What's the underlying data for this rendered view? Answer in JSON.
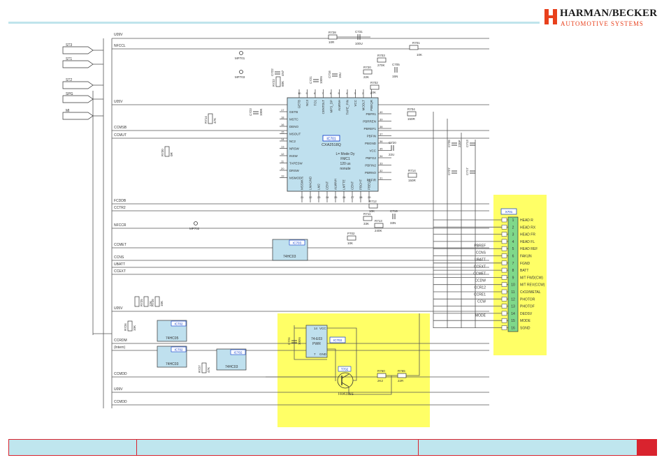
{
  "brand": {
    "name": "HARMAN/BECKER",
    "subtitle": "AUTOMOTIVE SYSTEMS"
  },
  "colors": {
    "accent": "#e8401c",
    "highlight": "#ffff66",
    "chip": "#bfe0ee",
    "connector": "#7fd88a",
    "footer_border": "#d9232e"
  },
  "ic_main": {
    "ref": "IC701",
    "part": "CXA2518Q",
    "note1": "L= Mode Dy",
    "note2": "FMC1",
    "note3": "120 us",
    "note4": "nonute"
  },
  "inverters": {
    "u1": "IC703",
    "u2": "IC702",
    "u3": "IC702",
    "u4": "IC702",
    "part": "74HC03",
    "part2": "74HC05"
  },
  "regulator": {
    "ref": "IC703",
    "part": "74-E03",
    "sub": "PWR",
    "vcc": "VCC",
    "gnd": "GND",
    "pin14": "14",
    "pin7": "7"
  },
  "transistor": {
    "ref": "T702",
    "part": "FRA105S"
  },
  "connector": {
    "ref": "X701",
    "pins": [
      "HEAD R",
      "HEAD RX",
      "HEAD FR",
      "HEAD FL",
      "HEAD REF",
      "FAKUN",
      "FGND",
      "BATT",
      "M/T FWD(CW)",
      "M/T REV(CCW)",
      "CrO2/METAL",
      "PHOTOR",
      "PHOTOF",
      "DEDSV",
      "MODE",
      "SGND"
    ],
    "nums": [
      "1",
      "2",
      "3",
      "4",
      "5",
      "6",
      "7",
      "8",
      "9",
      "10",
      "11",
      "12",
      "13",
      "14",
      "15",
      "16"
    ]
  },
  "left_nets": [
    "ST3",
    "ST1",
    "ST2",
    "SPG",
    "MI"
  ],
  "nets": [
    "U09V",
    "NFCCL",
    "U05V",
    "CCMSB",
    "CCMUT",
    "FCDDB",
    "CCTR2",
    "NFCCR",
    "CCMET",
    "CCNS",
    "UBATT",
    "CCEXT",
    "U05V",
    "CCRDM",
    "(Intern)",
    "CCMDD",
    "U09V",
    "CCMDD"
  ],
  "right_nets": [
    "PBREF",
    "CCNS",
    "UBATT",
    "CCEXT",
    "CCMET",
    "CCDW",
    "CCR12",
    "CCRE1",
    "CCW",
    "MODE"
  ],
  "parts": {
    "r728": "R728",
    "r728v": "10R",
    "c731": "C731",
    "c731v": "100U",
    "r703": "R703",
    "r703v": "270K",
    "c705": "C705",
    "c705v": "15N",
    "r702": "R702",
    "r702v": "10K",
    "r701": "R701",
    "r701v": "10K",
    "r720": "R720",
    "r720v": "22K",
    "c722": "C722",
    "c722v": "4N7",
    "r722": "R722",
    "r722v": "68K",
    "c723": "C723",
    "c723v": "100K",
    "r714": "R714",
    "r714v": "47K",
    "r730": "R730",
    "r730v": "0R",
    "r704": "R704",
    "r704v": "150R",
    "c720": "C720",
    "c720v": "22U",
    "r714b": "R714",
    "r714bv": "150R",
    "c726": "C726",
    "c727": "C727",
    "c726v": "220P",
    "r712": "R712",
    "r712v": "10K",
    "r711": "R711",
    "r711v": "33K",
    "r713": "R713",
    "r713v": "240K",
    "c719": "C719",
    "c719v": "33N",
    "p702": "P702",
    "p702v": "10K",
    "mp701": "MP701",
    "mp702": "MP702",
    "mp703": "MP703",
    "r725": "R725",
    "r725v": "22K",
    "r726": "R726",
    "r726v": "10K",
    "r727": "R727",
    "r727v": "47K",
    "c724": "C724",
    "c724v": "100N",
    "r760": "R760",
    "r760v": "2K2",
    "r765": "R765",
    "r765v": "22R",
    "c721": "C721",
    "c721v": "100N",
    "c716": "C716",
    "c716v": "10U",
    "r721": "R721",
    "r721v": "10K",
    "c713": "C713",
    "c717": "C717"
  },
  "ic_pins_left": [
    "GETB",
    "MSTC",
    "DENO",
    "MSOUT",
    "NC2",
    "NRSW",
    "INSW",
    "TAPESW",
    "DRSW",
    "MSMODE"
  ],
  "ic_pins_left_num": [
    "17",
    "18",
    "16",
    "15",
    "14",
    "13",
    "12",
    "11",
    "20",
    "19"
  ],
  "ic_pins_right": [
    "PBFR1",
    "PBRREN",
    "PBREF1",
    "PBFIN",
    "PBGND",
    "VCC",
    "PBFG2",
    "PBFIN2",
    "PBRNO",
    "PBFIR"
  ],
  "ic_pins_right_num": [
    "40",
    "39",
    "38",
    "37",
    "36",
    "35",
    "34",
    "33",
    "32",
    "31"
  ],
  "ic_pins_top": [
    "GETB",
    "NC3",
    "TO1",
    "CENTDLT",
    "MPS_DP",
    "ALWNH",
    "TAPE_PIN",
    "VCC",
    "MODLT",
    "PBEQR"
  ],
  "ic_pins_top_num": [
    "10",
    "9",
    "8",
    "7",
    "6",
    "5",
    "4",
    "3",
    "2",
    "1"
  ],
  "ic_pins_bot": [
    "MSSW",
    "LMAGND",
    "LM2",
    "CENT",
    "ALWNH",
    "LMTTE",
    "CENT",
    "PBCHT",
    "PBEQF"
  ],
  "ic_pins_bot_num": [
    "21",
    "22",
    "23",
    "24",
    "25",
    "26",
    "27",
    "28",
    "29"
  ],
  "footer": {
    "cells": [
      "",
      "",
      ""
    ]
  }
}
